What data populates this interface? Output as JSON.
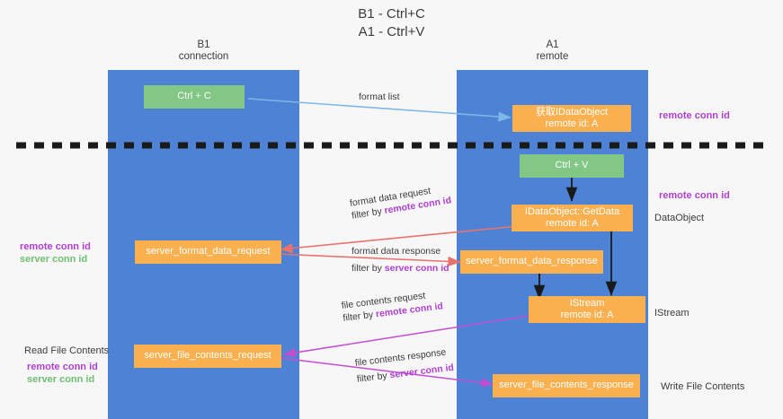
{
  "title": {
    "line1": "B1 - Ctrl+C",
    "line2": "A1 - Ctrl+V"
  },
  "lanes": [
    {
      "id": "b1",
      "name": "B1",
      "role": "connection"
    },
    {
      "id": "a1",
      "name": "A1",
      "role": "remote"
    }
  ],
  "nodes": {
    "ctrl_c": {
      "line1": "Ctrl + C",
      "line2": ""
    },
    "get_idataobject": {
      "line1": "获取IDataObject",
      "line2": "remote id: A"
    },
    "ctrl_v": {
      "line1": "Ctrl + V",
      "line2": ""
    },
    "getdata": {
      "line1": "IDataObject::GetData",
      "line2": "remote id: A"
    },
    "fmt_req": {
      "line1": "server_format_data_request",
      "line2": ""
    },
    "fmt_resp": {
      "line1": "server_format_data_response",
      "line2": ""
    },
    "istream": {
      "line1": "IStream",
      "line2": "remote id: A"
    },
    "file_req": {
      "line1": "server_file_contents_request",
      "line2": ""
    },
    "file_resp": {
      "line1": "server_file_contents_response",
      "line2": ""
    }
  },
  "edges": {
    "format_list": {
      "label": "format list"
    },
    "fmt_request": {
      "label": "format data request",
      "filter_prefix": "filter by ",
      "filter_key": "remote conn id"
    },
    "fmt_response": {
      "label": "format data response",
      "filter_prefix": "filter by ",
      "filter_key": "server conn id"
    },
    "file_request": {
      "label": "file contents request",
      "filter_prefix": "filter by ",
      "filter_key": "remote conn id"
    },
    "file_response": {
      "label": "file contents response",
      "filter_prefix": "filter by ",
      "filter_key": "server conn id"
    }
  },
  "annotations": {
    "right_top_remote_conn": "remote conn id",
    "right_mid_remote_conn": "remote conn id",
    "right_dataobject": "DataObject",
    "right_istream": "IStream",
    "right_write_file": "Write File Contents",
    "left_remote_conn_1": "remote conn id",
    "left_server_conn_1": "server conn id",
    "left_read_file": "Read File Contents",
    "left_remote_conn_2": "remote conn id",
    "left_server_conn_2": "server conn id"
  },
  "colors": {
    "lane": "#4d82d4",
    "green_node": "#82c785",
    "orange_node": "#fbb050",
    "purple_text": "#b03fd0",
    "green_text": "#6fbf73",
    "red_arrow": "#e8736c",
    "blue_arrow": "#7eb7e8",
    "magenta_arrow": "#c34fd0",
    "black_arrow": "#1a1a1a",
    "background": "#f7f7f7"
  }
}
